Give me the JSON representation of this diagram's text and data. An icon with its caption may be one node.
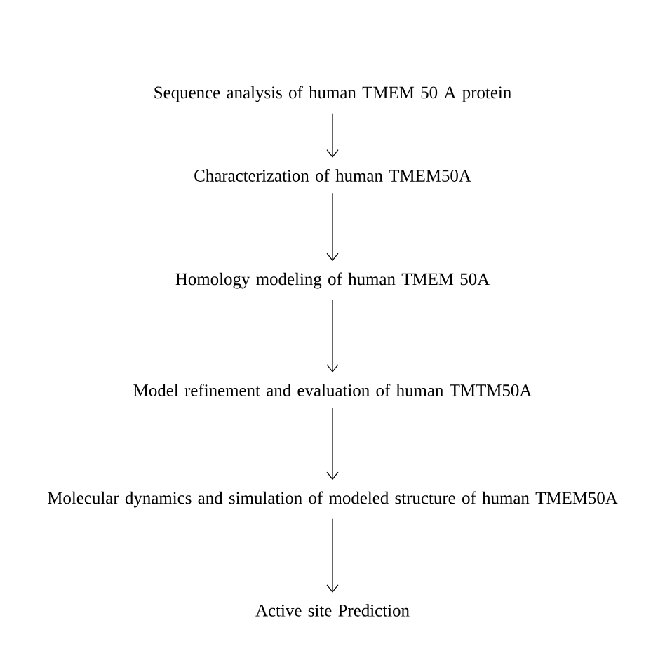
{
  "diagram": {
    "nodes": [
      {
        "text": [
          "Sequence analysis of human TMEM 50 A protein"
        ]
      },
      {
        "text": [
          "Characterization of human TMEM50A"
        ]
      },
      {
        "text": [
          "Homology modeling of human TMEM 50A"
        ]
      },
      {
        "text": [
          "Model refinement and evaluation of human TMTM50A"
        ]
      },
      {
        "text": [
          "Molecular dynamics and simulation of modeled structure of human TMEM50A"
        ]
      },
      {
        "text": [
          "Active site Prediction"
        ]
      }
    ],
    "edges": [
      {
        "from": 0,
        "to": 1,
        "arrow": "to"
      },
      {
        "from": 1,
        "to": 2,
        "arrow": "to"
      },
      {
        "from": 2,
        "to": 3,
        "arrow": "to"
      },
      {
        "from": 3,
        "to": 4,
        "arrow": "to"
      },
      {
        "from": 4,
        "to": 5,
        "arrow": "to"
      }
    ]
  }
}
